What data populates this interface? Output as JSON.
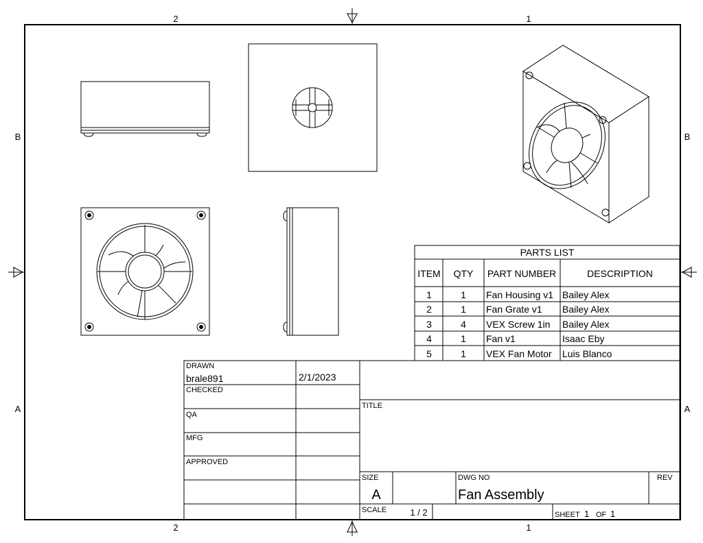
{
  "zones": {
    "col_left": "2",
    "col_right": "1",
    "row_top": "B",
    "row_bottom": "A"
  },
  "parts_list": {
    "title": "PARTS LIST",
    "columns": [
      "ITEM",
      "QTY",
      "PART NUMBER",
      "DESCRIPTION"
    ],
    "rows": [
      [
        "1",
        "1",
        "Fan Housing v1",
        "Bailey Alex"
      ],
      [
        "2",
        "1",
        "Fan Grate v1",
        "Bailey Alex"
      ],
      [
        "3",
        "4",
        "VEX Screw 1in",
        "Bailey Alex"
      ],
      [
        "4",
        "1",
        "Fan v1",
        "Isaac Eby"
      ],
      [
        "5",
        "1",
        "VEX Fan Motor",
        "Luis Blanco"
      ]
    ]
  },
  "title_block": {
    "drawn_label": "DRAWN",
    "drawn_by": "brale891",
    "drawn_date": "2/1/2023",
    "checked_label": "CHECKED",
    "qa_label": "QA",
    "mfg_label": "MFG",
    "approved_label": "APPROVED",
    "title_label": "TITLE",
    "size_label": "SIZE",
    "size_value": "A",
    "dwg_no_label": "DWG NO",
    "dwg_no_value": "Fan Assembly",
    "rev_label": "REV",
    "scale_label": "SCALE",
    "scale_value": "1 / 2",
    "sheet_label": "SHEET",
    "sheet_number": "1",
    "sheet_of_label": "OF",
    "sheet_total": "1"
  }
}
